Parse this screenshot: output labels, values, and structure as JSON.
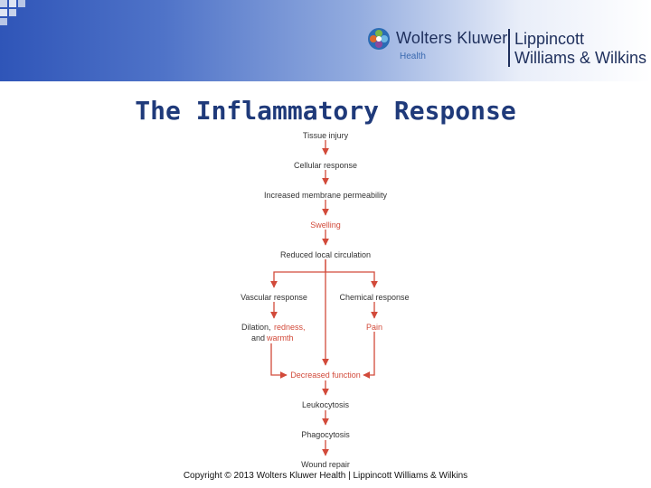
{
  "header": {
    "logo": {
      "name": "Wolters Kluwer",
      "division": "Health",
      "brand_line1": "Lippincott",
      "brand_line2": "Williams & Wilkins"
    }
  },
  "title": "The Inflammatory Response",
  "diagram": {
    "nodes": {
      "tissue_injury": "Tissue injury",
      "cellular_response": "Cellular response",
      "membrane_permeability": "Increased membrane permeability",
      "swelling": "Swelling",
      "reduced_circulation": "Reduced local circulation",
      "vascular_response": "Vascular response",
      "chemical_response": "Chemical response",
      "dilation_1": "Dilation,",
      "dilation_redness": "redness,",
      "dilation_and": "and",
      "dilation_warmth": "warmth",
      "pain": "Pain",
      "decreased_function": "Decreased function",
      "leukocytosis": "Leukocytosis",
      "phagocytosis": "Phagocytosis",
      "wound_repair": "Wound repair"
    },
    "colors": {
      "arrow": "#d24a3a",
      "text": "#333333",
      "highlight": "#d24a3a"
    }
  },
  "footer": "Copyright © 2013 Wolters Kluwer Health | Lippincott Williams & Wilkins"
}
